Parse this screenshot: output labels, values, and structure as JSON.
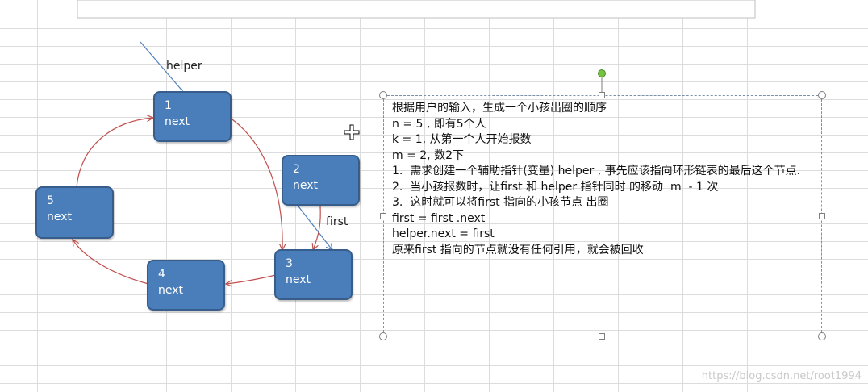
{
  "nodes": {
    "n1": {
      "num": "1",
      "next": "next"
    },
    "n2": {
      "num": "2",
      "next": "next"
    },
    "n3": {
      "num": "3",
      "next": "next"
    },
    "n4": {
      "num": "4",
      "next": "next"
    },
    "n5": {
      "num": "5",
      "next": "next"
    }
  },
  "labels": {
    "helper": "helper",
    "first": "first"
  },
  "notes": {
    "lines": [
      "根据用户的输入，生成一个小孩出圈的顺序",
      "n = 5 , 即有5个人",
      "k = 1, 从第一个人开始报数",
      "m = 2, 数2下",
      "",
      "",
      "1.  需求创建一个辅助指针(变量) helper , 事先应该指向环形链表的最后这个节点.",
      "2.  当小孩报数时，让first 和 helper 指针同时 的移动  m  - 1 次",
      "3.  这时就可以将first 指向的小孩节点 出圈",
      "first = first .next",
      "helper.next = first",
      "原来first 指向的节点就没有任何引用，就会被回收"
    ]
  },
  "watermark": "https://blog.csdn.net/root1994",
  "colors": {
    "node_fill": "#4a7ebb",
    "node_border": "#385d8a",
    "arrow": "#c0504d",
    "pointer": "#4f81bd"
  }
}
